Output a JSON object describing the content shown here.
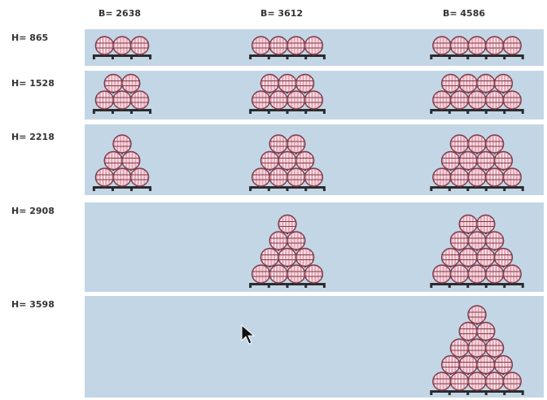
{
  "columns": [
    {
      "label": "B= 2638"
    },
    {
      "label": "B= 3612"
    },
    {
      "label": "B= 4586"
    }
  ],
  "rows": [
    {
      "label": "H= 865",
      "levels": 1
    },
    {
      "label": "H= 1528",
      "levels": 2
    },
    {
      "label": "H= 2218",
      "levels": 3
    },
    {
      "label": "H= 2908",
      "levels": 4
    },
    {
      "label": "H= 3598",
      "levels": 5
    }
  ],
  "grid": [
    [
      [
        3
      ],
      [
        4
      ],
      [
        5
      ]
    ],
    [
      [
        3,
        2
      ],
      [
        4,
        3
      ],
      [
        5,
        4
      ]
    ],
    [
      [
        3,
        2,
        1
      ],
      [
        4,
        3,
        2
      ],
      [
        5,
        4,
        3
      ]
    ],
    [
      [],
      [
        4,
        3,
        2,
        1
      ],
      [
        5,
        4,
        3,
        2
      ]
    ],
    [
      [],
      [],
      [
        5,
        4,
        3,
        2,
        1
      ]
    ]
  ],
  "colors": {
    "panel": "#c3d6e6",
    "barrel_fill": "#e8a9b7",
    "barrel_stripe": "#ffffff",
    "barrel_outline": "#7a3c4c",
    "rack": "#2b2b2b"
  },
  "icons": {
    "barrel": "barrel-icon",
    "rack": "rack-icon",
    "cursor": "mouse-pointer-icon"
  }
}
